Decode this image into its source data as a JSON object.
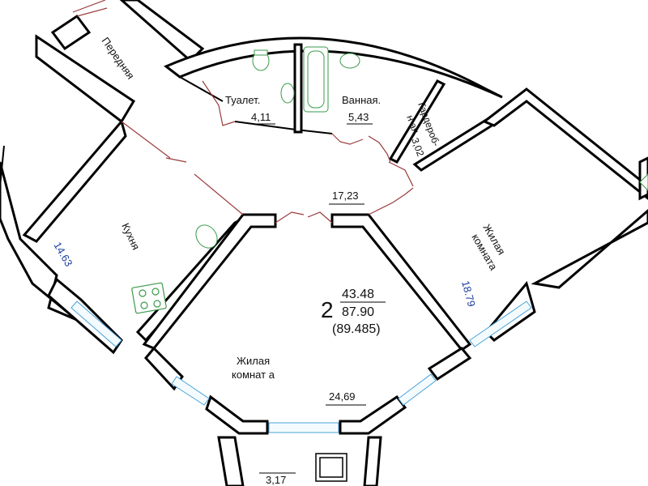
{
  "rooms": {
    "hall": {
      "label": "Передняя"
    },
    "toilet": {
      "label": "Туалет.",
      "area": "4,11"
    },
    "bath": {
      "label": "Ванная.",
      "area": "5,43"
    },
    "wardrobe": {
      "label_line1": "Гардероб-",
      "label_line2": "н ая.",
      "area": "3,02"
    },
    "corridor": {
      "area": "17,23"
    },
    "kitchen": {
      "label": "Кухня",
      "area": "14.63"
    },
    "living_right": {
      "label_line1": "Жилая",
      "label_line2": "комната",
      "area": "18.79"
    },
    "living_center": {
      "label_line1": "Жилая",
      "label_line2": "комнат а",
      "area": "24,69"
    },
    "balcony": {
      "area": "3,17"
    }
  },
  "summary": {
    "rooms_count": "2",
    "living_area": "43.48",
    "total_area": "87.90",
    "total_with_balcony": "(89.485)"
  },
  "colors": {
    "wall": "#000000",
    "door": "#9b3b3b",
    "window": "#4aa3d8",
    "fixture": "#3a9a4a",
    "kitchen_area": "#1a3fa0"
  }
}
